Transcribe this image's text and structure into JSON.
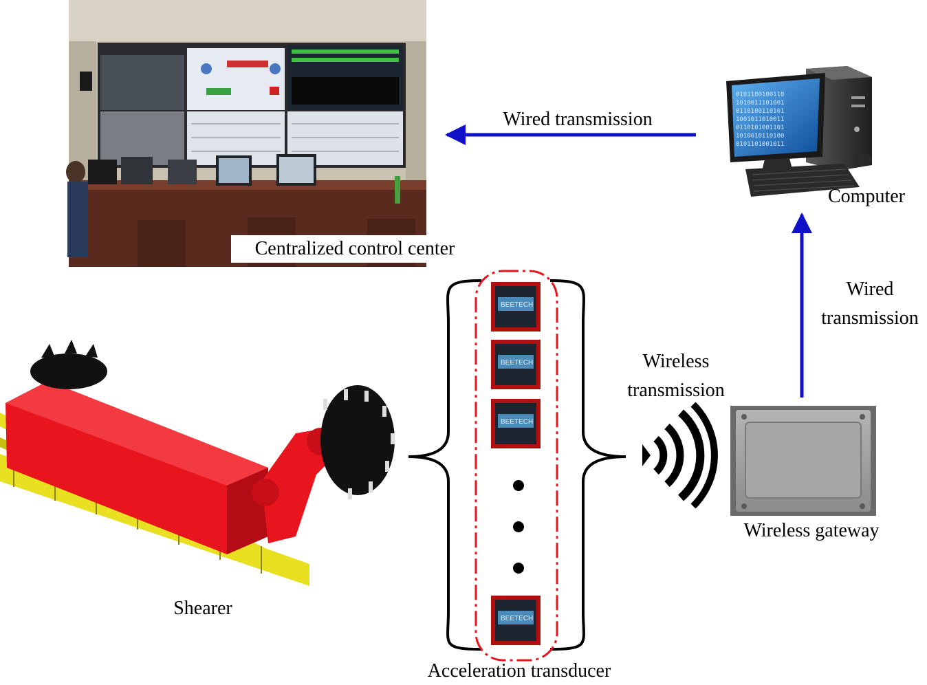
{
  "labels": {
    "control_center": "Centralized control center",
    "wired_top": "Wired transmission",
    "computer": "Computer",
    "wired_right_line1": "Wired",
    "wired_right_line2": "transmission",
    "wireless_line1": "Wireless",
    "wireless_line2": "transmission",
    "gateway": "Wireless gateway",
    "shearer": "Shearer",
    "transducer": "Acceleration transducer"
  },
  "sensor_brand": "BEETECH",
  "colors": {
    "arrow": "#1010c8",
    "shearer_body": "#e8141e",
    "rail": "#e8e020",
    "dash_outline": "#e8141e",
    "gateway_box": "#9a9a98",
    "screen_blue": "#1a6ec0"
  },
  "icons": [
    "monitor-wall-photo",
    "desktop-computer-icon",
    "shearer-machine",
    "sensor-device-icon",
    "wireless-signal-icon",
    "gateway-box-icon"
  ]
}
